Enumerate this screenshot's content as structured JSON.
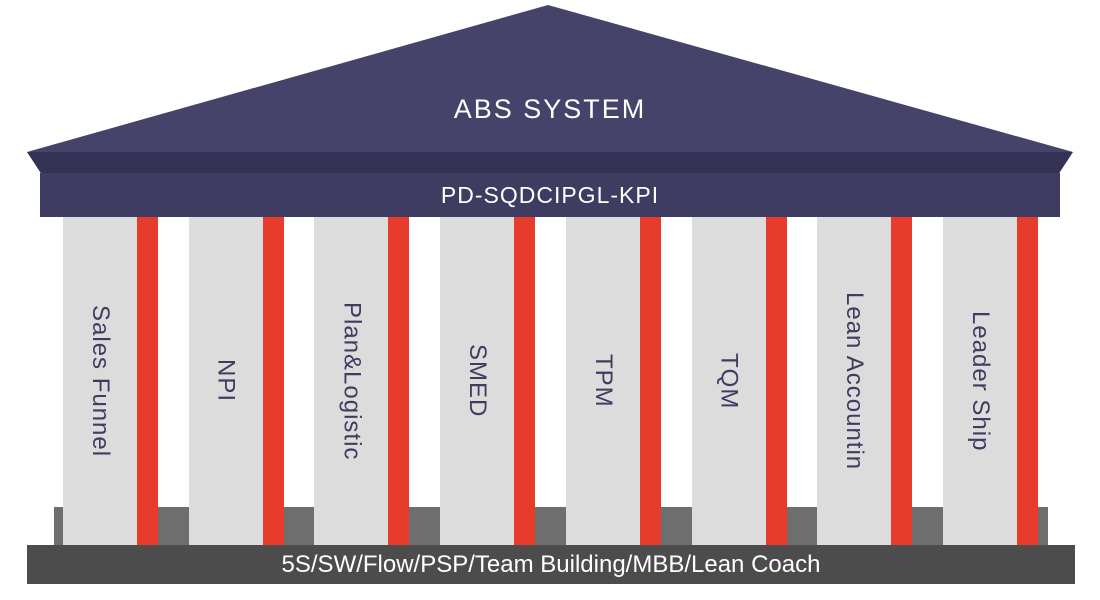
{
  "colors": {
    "roof": "#45436A",
    "roof_edge": "#343254",
    "beam": "#3E3C60",
    "pillar": "#DCDCDC",
    "pillar_accent": "#E73B2C",
    "base_step": "#6F6E6E",
    "base": "#4C4C4C",
    "text_light": "#FFFFFF",
    "text_dark": "#3E3C60"
  },
  "roof": {
    "title": "ABS SYSTEM"
  },
  "beam": {
    "label": "PD-SQDCIPGL-KPI"
  },
  "pillars": [
    {
      "label": "Sales Funnel"
    },
    {
      "label": "NPI"
    },
    {
      "label": "Plan&Logistic"
    },
    {
      "label": "SMED"
    },
    {
      "label": "TPM"
    },
    {
      "label": "TQM"
    },
    {
      "label": "Lean Accountin"
    },
    {
      "label": "Leader Ship"
    }
  ],
  "base": {
    "label": "5S/SW/Flow/PSP/Team Building/MBB/Lean Coach"
  }
}
